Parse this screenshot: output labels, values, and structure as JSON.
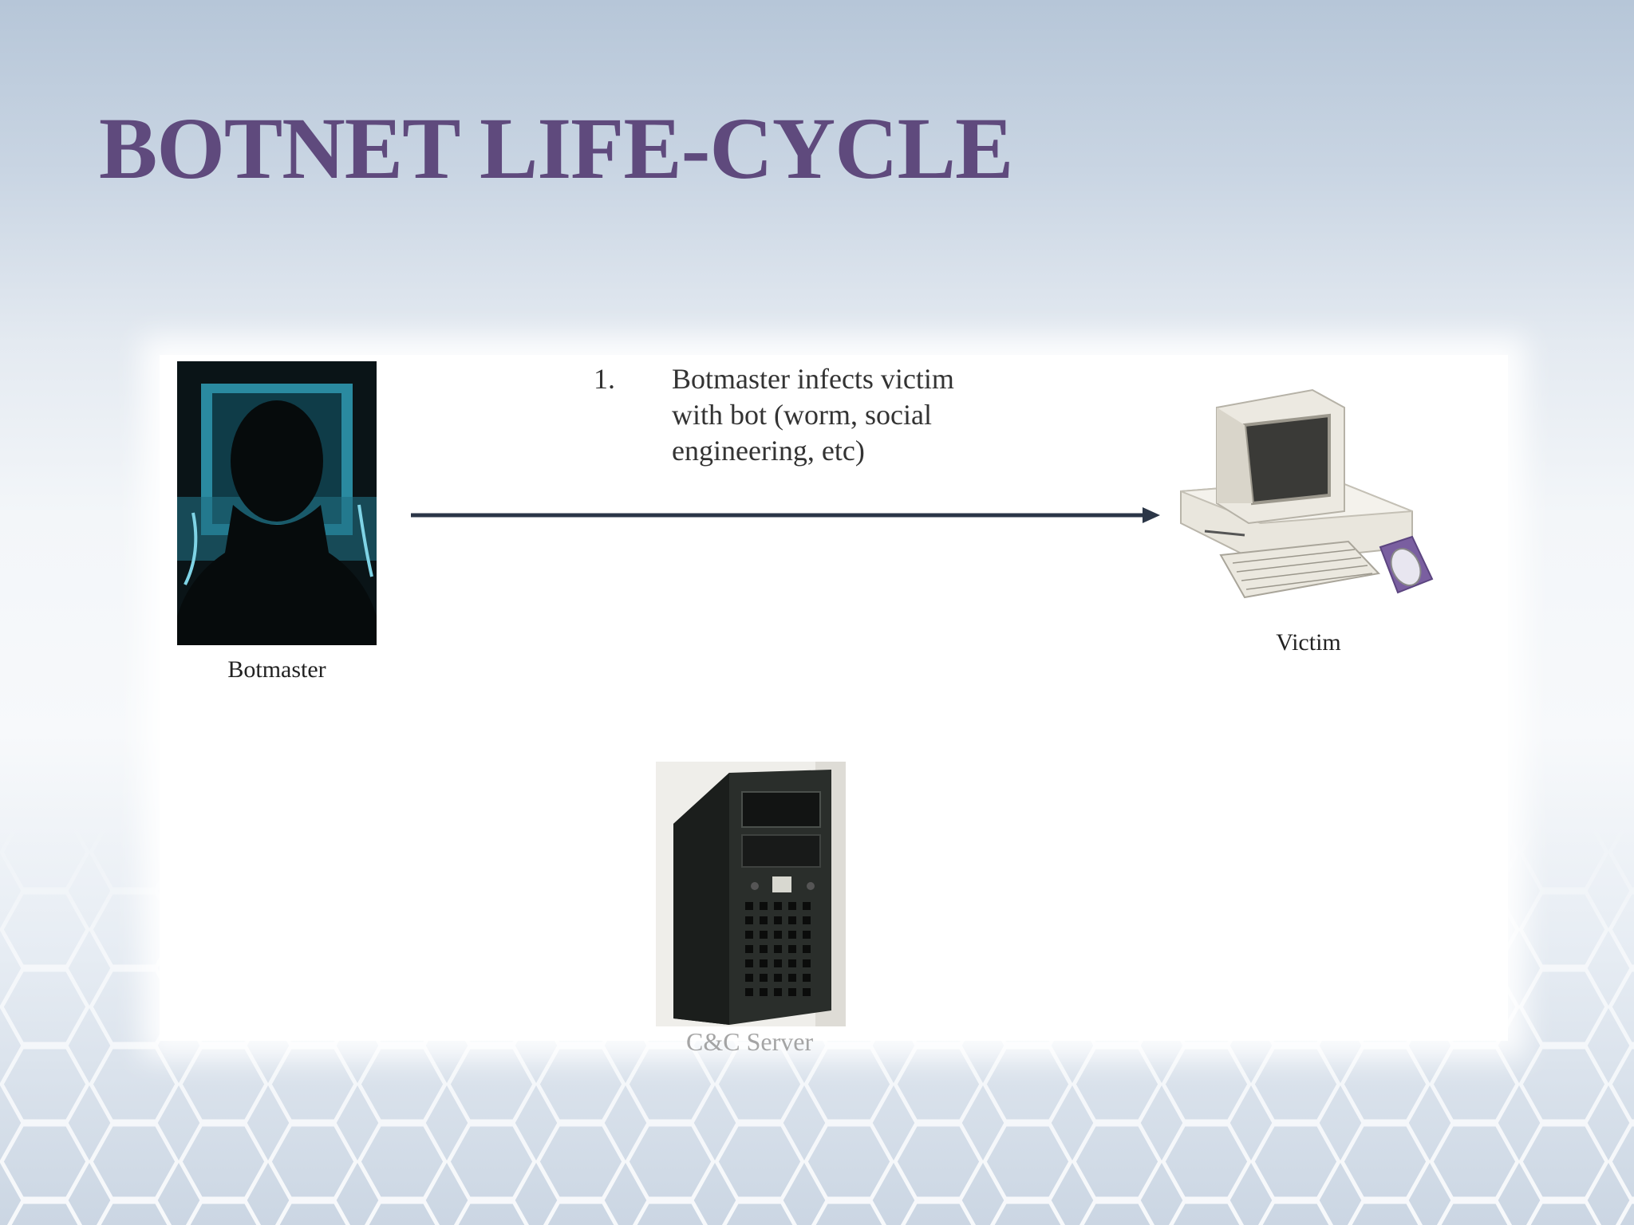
{
  "slide": {
    "title": "BOTNET LIFE-CYCLE"
  },
  "diagram": {
    "botmaster_label": "Botmaster",
    "victim_label": "Victim",
    "server_label": "C&C Server",
    "step": {
      "number": "1.",
      "text": "Botmaster infects victim with bot (worm, social engineering, etc)"
    },
    "colors": {
      "arrow": "#2b3647",
      "title": "#5f4a7d"
    }
  }
}
